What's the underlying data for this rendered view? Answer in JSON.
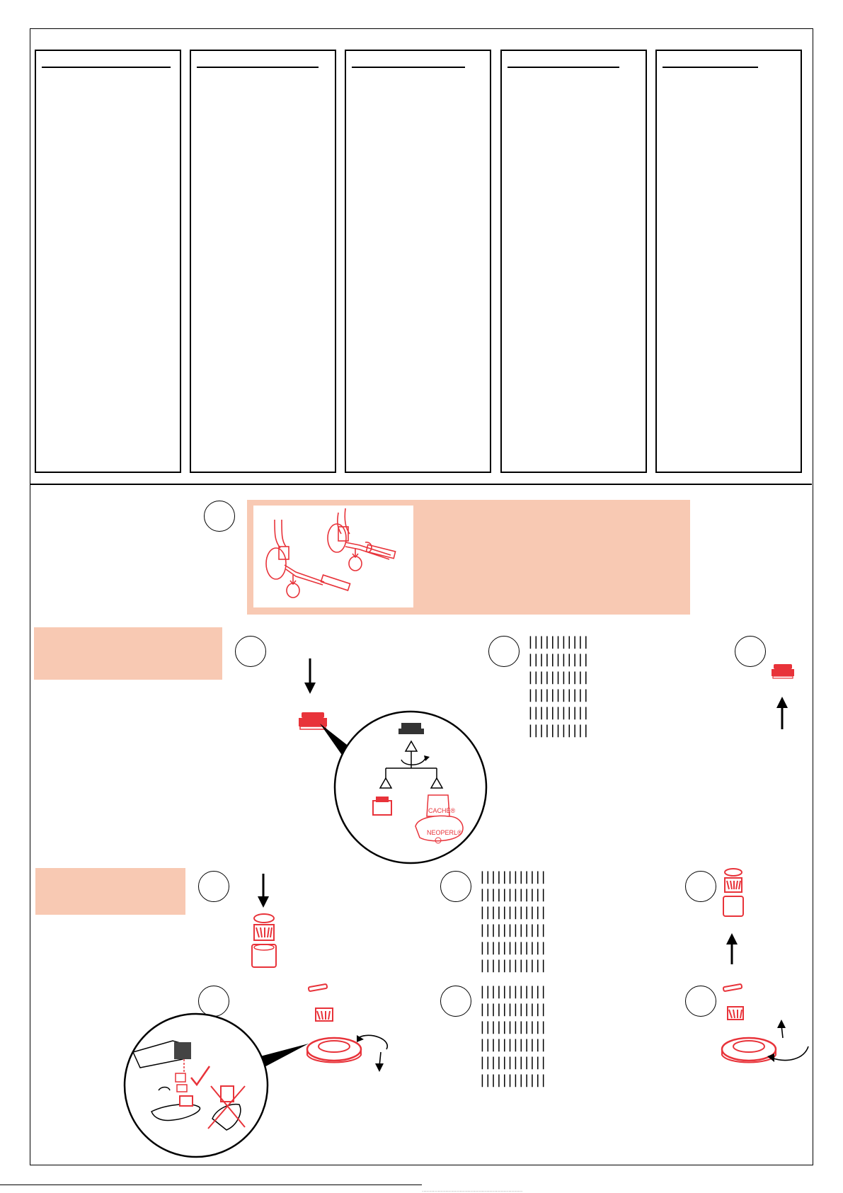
{
  "columns": [
    {
      "id": "col-1"
    },
    {
      "id": "col-2"
    },
    {
      "id": "col-3"
    },
    {
      "id": "col-4"
    },
    {
      "id": "col-5"
    }
  ],
  "illustration_labels": {
    "cache_logo": "CACHÉ®",
    "neoperl_logo": "NEOPERL®"
  },
  "colors": {
    "accent_red": "#e8333a",
    "panel_salmon": "#f8c9b3",
    "line": "#000000"
  },
  "icons": [
    "step-circle",
    "down-arrow-icon",
    "up-arrow-icon",
    "rotate-arrow-icon",
    "aerator-part-icon",
    "valve-shutoff-illustration",
    "check-mark-icon",
    "cross-icon"
  ],
  "page_footer": {
    "text": "................................................................"
  }
}
